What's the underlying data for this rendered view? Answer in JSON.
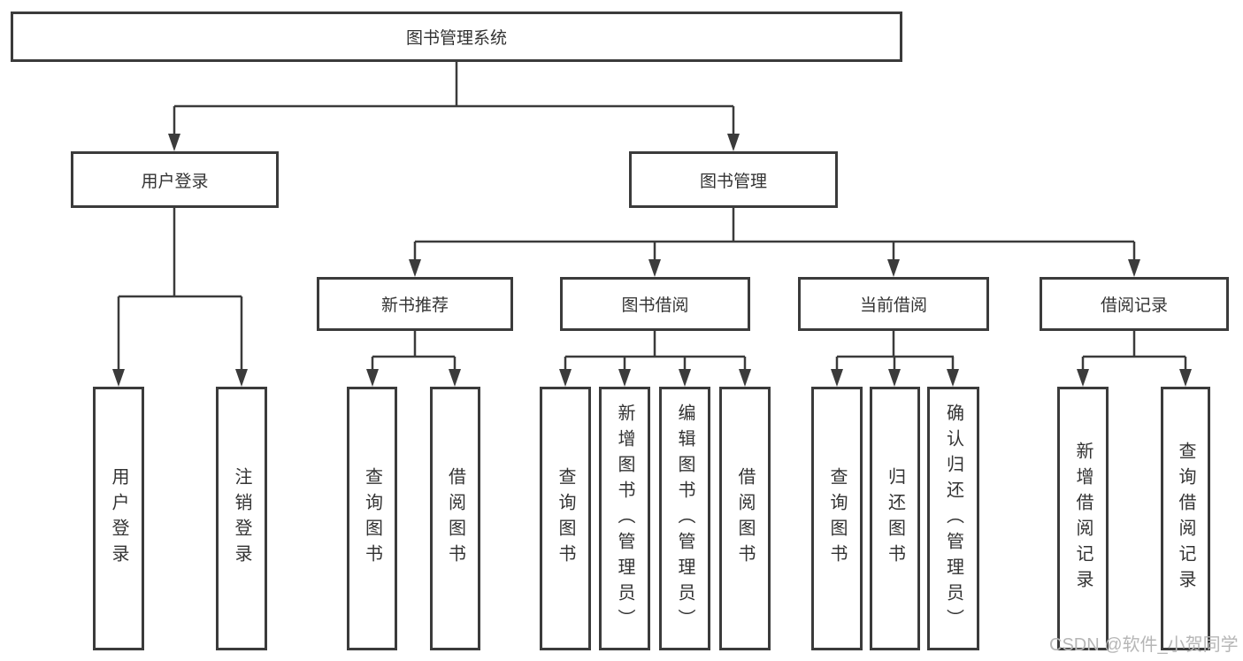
{
  "nodes": {
    "root": "图书管理系统",
    "user_login": "用户登录",
    "book_mgmt": "图书管理",
    "new_book_rec": "新书推荐",
    "book_borrow": "图书借阅",
    "current_borrow": "当前借阅",
    "borrow_record": "借阅记录",
    "ul_user_login": "用户登录",
    "ul_logout": "注销登录",
    "nb_query_book": "查询图书",
    "nb_borrow_book": "借阅图书",
    "bb_query_book": "查询图书",
    "bb_add_book": "新增图书（管理员）",
    "bb_edit_book": "编辑图书（管理员）",
    "bb_borrow_book": "借阅图书",
    "cb_query_book": "查询图书",
    "cb_return_book": "归还图书",
    "cb_confirm_return": "确认归还（管理员）",
    "br_add_record": "新增借阅记录",
    "br_query_record": "查询借阅记录"
  },
  "hierarchy": {
    "图书管理系统": {
      "用户登录": [
        "用户登录",
        "注销登录"
      ],
      "图书管理": {
        "新书推荐": [
          "查询图书",
          "借阅图书"
        ],
        "图书借阅": [
          "查询图书",
          "新增图书（管理员）",
          "编辑图书（管理员）",
          "借阅图书"
        ],
        "当前借阅": [
          "查询图书",
          "归还图书",
          "确认归还（管理员）"
        ],
        "借阅记录": [
          "新增借阅记录",
          "查询借阅记录"
        ]
      }
    }
  },
  "watermark": "CSDN @软件_小贺同学",
  "colors": {
    "line": "#3b3b3b",
    "box_border": "#3b3b3b",
    "text": "#333333",
    "watermark": "#b6b6b6",
    "background": "#ffffff"
  }
}
